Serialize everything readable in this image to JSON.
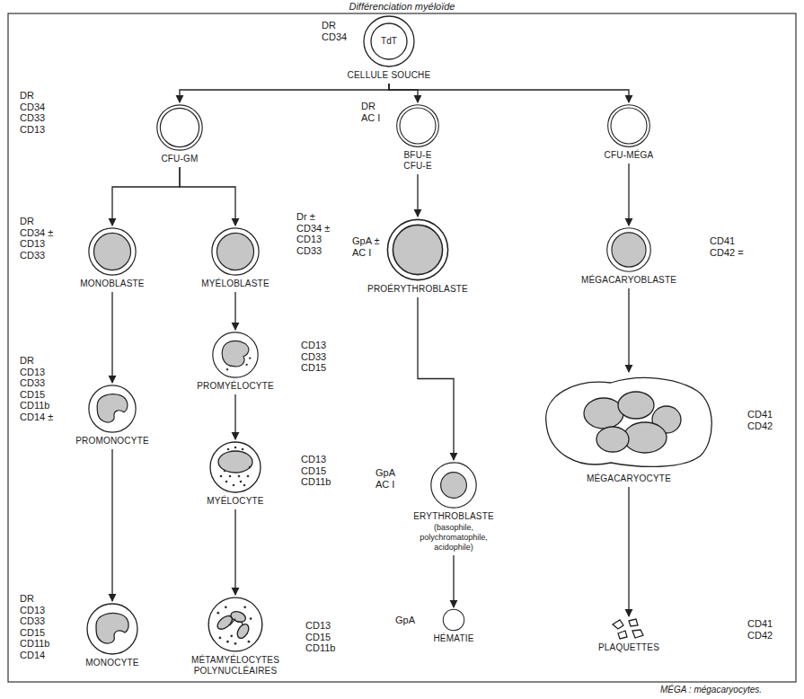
{
  "diagram": {
    "title": "Différenciation myéloïde",
    "nodes": [
      {
        "text": [
          "TdT",
          "CELLULE SOUCHE",
          "DR CD34"
        ]
      },
      {
        "text": [
          "CFU-GM",
          "DR CD34 CD33 CD13"
        ]
      },
      {
        "text": [
          "BFU-E CFU-E",
          "DR AC I"
        ]
      },
      {
        "text": [
          "CFU-MÉGA"
        ]
      },
      {
        "text": [
          "MONOBLASTE",
          "DR CD34 ± CD13 CD33"
        ]
      },
      {
        "text": [
          "MYÉLOBLASTE",
          "Dr ± CD34 ± CD13 CD33"
        ]
      },
      {
        "text": [
          "PROÉRYTHROBLASTE",
          "GpA ± AC I"
        ]
      },
      {
        "text": [
          "MÉGACARYOBLASTE",
          "CD41 CD42 ="
        ]
      },
      {
        "text": [
          "PROMYÉLOCYTE",
          "CD13 CD33 CD15"
        ]
      },
      {
        "text": [
          "PROMONOCYTE",
          "DR CD13 CD33 CD15 CD11b CD14 ±"
        ]
      },
      {
        "text": [
          "MYÉLOCYTE",
          "CD13 CD15 CD11b"
        ]
      },
      {
        "text": [
          "ERYTHROBLASTE",
          "(basophile, polychromatophile, acidophile)",
          "GpA AC I"
        ]
      },
      {
        "text": [
          "MÉGACARYOCYTE",
          "CD41 CD42"
        ]
      },
      {
        "text": [
          "MONOCYTE",
          "DR CD13 CD33 CD15 CD11b CD14"
        ]
      },
      {
        "text": [
          "MÉTAMYÉLOCYTES POLYNUCLÉAIRES",
          "CD13 CD15 CD11b"
        ]
      },
      {
        "text": [
          "HÉMATIE",
          "GpA"
        ]
      },
      {
        "text": [
          "PLAQUETTES",
          "CD41 CD42"
        ]
      }
    ],
    "edges": [
      {
        "from": 0,
        "to": 1,
        "arrow": "to"
      },
      {
        "from": 0,
        "to": 2,
        "arrow": "to"
      },
      {
        "from": 0,
        "to": 3,
        "arrow": "to"
      },
      {
        "from": 1,
        "to": 4,
        "arrow": "to"
      },
      {
        "from": 1,
        "to": 5,
        "arrow": "to"
      },
      {
        "from": 4,
        "to": 9,
        "arrow": "to"
      },
      {
        "from": 9,
        "to": 13,
        "arrow": "to"
      },
      {
        "from": 5,
        "to": 8,
        "arrow": "to"
      },
      {
        "from": 8,
        "to": 10,
        "arrow": "to"
      },
      {
        "from": 10,
        "to": 14,
        "arrow": "to"
      },
      {
        "from": 2,
        "to": 6,
        "arrow": "to"
      },
      {
        "from": 6,
        "to": 11,
        "arrow": "to"
      },
      {
        "from": 11,
        "to": 15,
        "arrow": "to"
      },
      {
        "from": 3,
        "to": 7,
        "arrow": "to"
      },
      {
        "from": 7,
        "to": 12,
        "arrow": "to"
      },
      {
        "from": 12,
        "to": 16,
        "arrow": "to"
      }
    ],
    "labels": [
      "MÉGA : mégacaryocytes."
    ]
  }
}
